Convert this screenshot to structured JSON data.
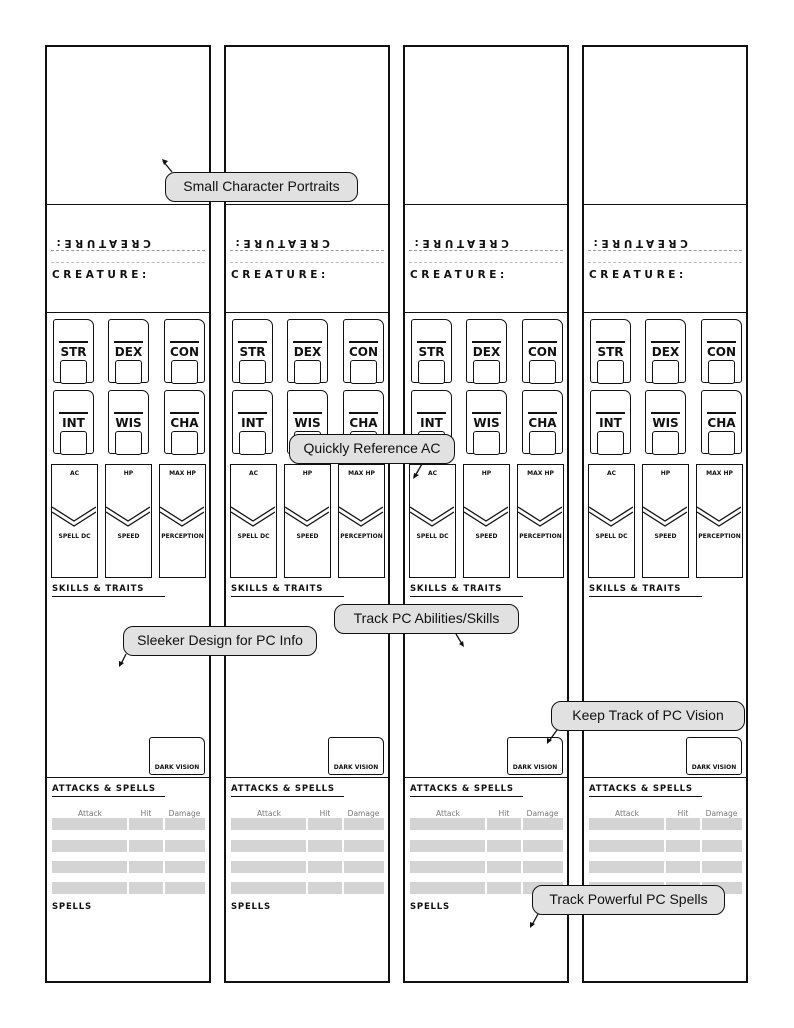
{
  "card": {
    "creature_label": "CREATURE:",
    "stats": [
      "STR",
      "DEX",
      "CON",
      "INT",
      "WIS",
      "CHA"
    ],
    "shields_top": [
      "AC",
      "HP",
      "MAX HP"
    ],
    "shields_bottom": [
      "SPELL DC",
      "SPEED",
      "PERCEPTION"
    ],
    "skills_label": "SKILLS & TRAITS",
    "dark_vision_label": "DARK VISION",
    "attacks_label": "ATTACKS & SPELLS",
    "columns": [
      "Attack",
      "Hit",
      "Damage"
    ],
    "spells_label": "SPELLS"
  },
  "callouts": {
    "portraits": "Small Character Portraits",
    "ac": "Quickly Reference AC",
    "pc_info": "Sleeker Design for PC Info",
    "abilities": "Track PC Abilities/Skills",
    "vision": "Keep Track of PC Vision",
    "spells": "Track Powerful PC Spells"
  },
  "colors": {
    "ink": "#111111",
    "row_fill": "#d4d4d4",
    "callout_fill": "#e1e1e1"
  }
}
